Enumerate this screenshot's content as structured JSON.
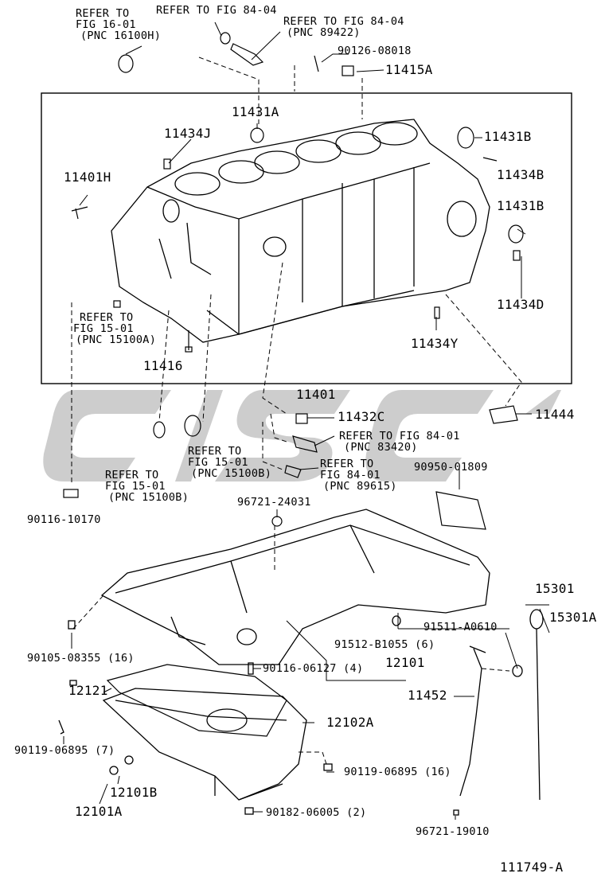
{
  "diagram_id": "111749-A",
  "watermark_text": "cisc",
  "references": [
    {
      "id": "ref_fig16_01",
      "lines": [
        "REFER TO",
        "FIG 16-01",
        "(PNC 16100H)"
      ]
    },
    {
      "id": "ref_fig84_04_a",
      "lines": [
        "REFER TO FIG 84-04"
      ]
    },
    {
      "id": "ref_fig84_04_b",
      "lines": [
        "REFER TO FIG 84-04",
        "(PNC 89422)"
      ]
    },
    {
      "id": "ref_fig15_01_a",
      "lines": [
        "REFER TO",
        "FIG 15-01",
        "(PNC 15100A)"
      ]
    },
    {
      "id": "ref_fig15_01_b",
      "lines": [
        "REFER TO",
        "FIG 15-01",
        "(PNC 15100B)"
      ]
    },
    {
      "id": "ref_fig15_01_c",
      "lines": [
        "REFER TO",
        "FIG 15-01",
        "(PNC 15100B)"
      ]
    },
    {
      "id": "ref_fig84_01_a",
      "lines": [
        "REFER TO FIG 84-01",
        "(PNC 83420)"
      ]
    },
    {
      "id": "ref_fig84_01_b",
      "lines": [
        "REFER TO",
        "FIG 84-01",
        "(PNC 89615)"
      ]
    }
  ],
  "parts": {
    "p90126_08018": "90126-08018",
    "p11415A": "11415A",
    "p11431A": "11431A",
    "p11434J": "11434J",
    "p11431B_top": "11431B",
    "p11434B": "11434B",
    "p11401H": "11401H",
    "p11431B_mid": "11431B",
    "p11434D": "11434D",
    "p11434Y": "11434Y",
    "p11416": "11416",
    "p11401": "11401",
    "p11432C": "11432C",
    "p11444": "11444",
    "p90950_01809": "90950-01809",
    "p90116_10170": "90116-10170",
    "p96721_24031": "96721-24031",
    "p15301": "15301",
    "p15301A": "15301A",
    "p91511_A0610": "91511-A0610",
    "p91512_B1055": "91512-B1055 (6)",
    "p90105_08355": "90105-08355 (16)",
    "p90116_06127": "90116-06127 (4)",
    "p12101": "12101",
    "p12121": "12121",
    "p11452": "11452",
    "p12102A": "12102A",
    "p90119_06895_7": "90119-06895 (7)",
    "p90119_06895_16": "90119-06895 (16)",
    "p12101B": "12101B",
    "p12101A": "12101A",
    "p90182_06005": "90182-06005 (2)",
    "p96721_19010": "96721-19010"
  }
}
